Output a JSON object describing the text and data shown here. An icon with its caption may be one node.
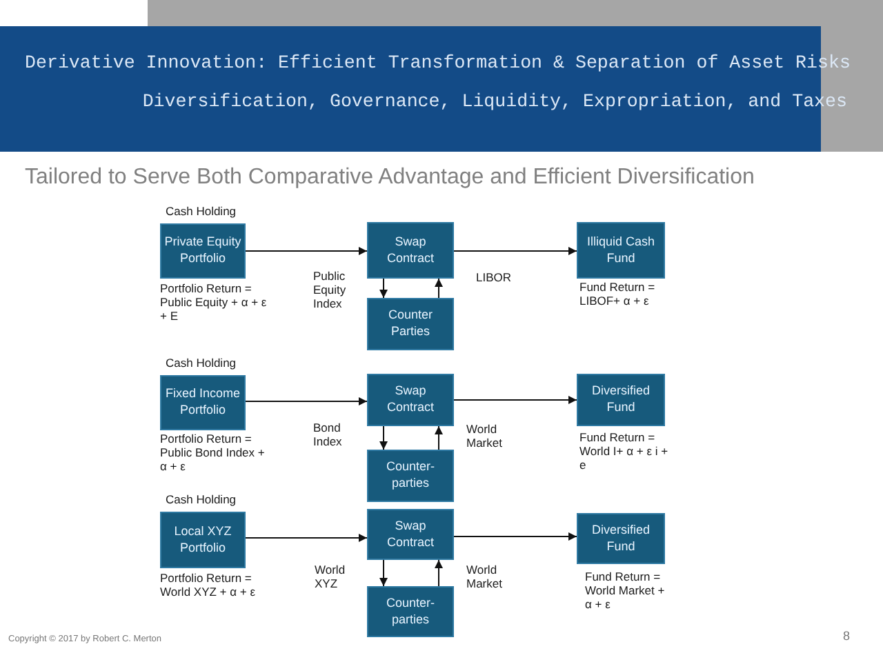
{
  "diagram": {
    "title": "Derivative Innovation: Efficient Transformation & Separation of Asset Risks",
    "nodes": [
      {
        "text": [
          "Private Equity Portfolio"
        ],
        "beside": [
          "Cash Holding",
          "Portfolio Return = Public Equity + α + ε + E"
        ]
      },
      {
        "text": [
          "Swap Contract"
        ]
      },
      {
        "text": [
          "Counter Parties"
        ]
      },
      {
        "text": [
          "Illiquid Cash Fund"
        ],
        "beside": [
          "Fund Return = LIBOF+ α + ε"
        ]
      },
      {
        "text": [
          "Fixed Income Portfolio"
        ],
        "beside": [
          "Cash Holding",
          "Portfolio Return = Public Bond Index + α + ε"
        ]
      },
      {
        "text": [
          "Swap Contract"
        ]
      },
      {
        "text": [
          "Counter-parties"
        ]
      },
      {
        "text": [
          "Diversified Fund"
        ],
        "beside": [
          "Fund Return = World I+ α + ε i + e"
        ]
      },
      {
        "text": [
          "Local XYZ Portfolio"
        ],
        "beside": [
          "Cash Holding",
          "Portfolio Return = World XYZ + α + ε"
        ]
      },
      {
        "text": [
          "Swap Contract"
        ]
      },
      {
        "text": [
          "Counter-parties"
        ]
      },
      {
        "text": [
          "Diversified Fund"
        ],
        "beside": [
          "Fund Return = World Market + α + ε"
        ]
      }
    ],
    "edges": [
      {
        "from": 0,
        "to": 1,
        "arrow": "to"
      },
      {
        "from": 1,
        "to": 2,
        "arrow": "to",
        "label": "Public Equity Index"
      },
      {
        "from": 2,
        "to": 1,
        "arrow": "to",
        "label": "LIBOR"
      },
      {
        "from": 1,
        "to": 3,
        "arrow": "to"
      },
      {
        "from": 4,
        "to": 5,
        "arrow": "to"
      },
      {
        "from": 5,
        "to": 6,
        "arrow": "to",
        "label": "Bond Index"
      },
      {
        "from": 6,
        "to": 5,
        "arrow": "to",
        "label": "World Market"
      },
      {
        "from": 5,
        "to": 7,
        "arrow": "to"
      },
      {
        "from": 8,
        "to": 9,
        "arrow": "to"
      },
      {
        "from": 9,
        "to": 10,
        "arrow": "to",
        "label": "World XYZ"
      },
      {
        "from": 10,
        "to": 9,
        "arrow": "to",
        "label": "World Market"
      },
      {
        "from": 9,
        "to": 11,
        "arrow": "to"
      }
    ],
    "labels": [
      "Diversification, Governance, Liquidity, Expropriation, and Taxes",
      "Tailored to Serve Both Comparative Advantage and Efficient Diversification",
      "Copyright © 2017 by Robert C. Merton",
      "8"
    ]
  }
}
